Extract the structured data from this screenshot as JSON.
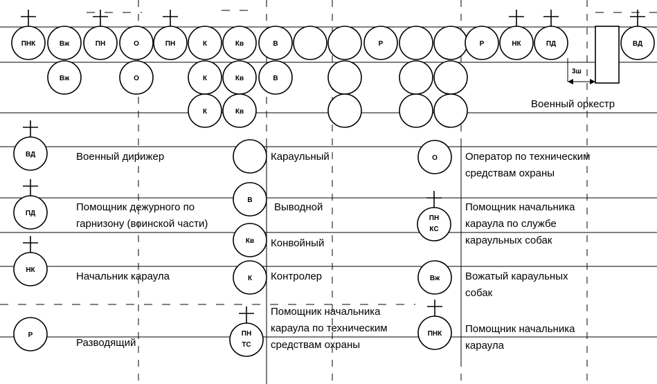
{
  "formation": {
    "row1": [
      "ПНК",
      "Вж",
      "ПН",
      "О",
      "ПН",
      "К",
      "Кв",
      "В",
      "",
      "",
      "Р",
      "",
      "",
      "Р",
      "НК",
      "ПД",
      "ВД"
    ],
    "row1_crosses": [
      0,
      2,
      4,
      14,
      15,
      16
    ],
    "row2": [
      "Вж",
      "О",
      "К",
      "Кв",
      "В",
      "",
      "",
      ""
    ],
    "row3": [
      "К",
      "Кв",
      "",
      "",
      ""
    ],
    "orchestra_label": "Военный оркестр",
    "gap_label": "3ш"
  },
  "legend": [
    {
      "id": "vd",
      "code": "ВД",
      "cross": true,
      "text": [
        "Военный дирижер"
      ]
    },
    {
      "id": "pd",
      "code": "ПД",
      "cross": true,
      "text": [
        "Помощник дежурного по",
        "гарнизону (воинской части)"
      ]
    },
    {
      "id": "nk",
      "code": "НК",
      "cross": true,
      "text": [
        "Начальник караула"
      ]
    },
    {
      "id": "r",
      "code": "Р",
      "cross": false,
      "text": [
        "Разводящий"
      ]
    },
    {
      "id": "kar",
      "code": "",
      "cross": false,
      "text": [
        "Караульный"
      ]
    },
    {
      "id": "v",
      "code": "В",
      "cross": false,
      "text": [
        "Выводной"
      ]
    },
    {
      "id": "kv",
      "code": "Кв",
      "cross": false,
      "text": [
        "Конвойный"
      ]
    },
    {
      "id": "k",
      "code": "К",
      "cross": false,
      "text": [
        "Контролер"
      ]
    },
    {
      "id": "pnts",
      "code": [
        "ПН",
        "ТС"
      ],
      "cross": true,
      "text": [
        "Помощник начальника",
        "караула по техническим",
        "средствам охраны"
      ]
    },
    {
      "id": "o",
      "code": "О",
      "cross": false,
      "text": [
        "Оператор по техническим",
        "средствам охраны"
      ]
    },
    {
      "id": "pnks",
      "code": [
        "ПН",
        "КС"
      ],
      "cross": true,
      "text": [
        "Помощник начальника",
        "караула по службе",
        "караульных собак"
      ]
    },
    {
      "id": "vzh",
      "code": "Вж",
      "cross": false,
      "text": [
        "Вожатый караульных",
        "собак"
      ]
    },
    {
      "id": "pnk",
      "code": "ПНК",
      "cross": true,
      "text": [
        "Помощник начальника",
        "караула"
      ]
    }
  ]
}
